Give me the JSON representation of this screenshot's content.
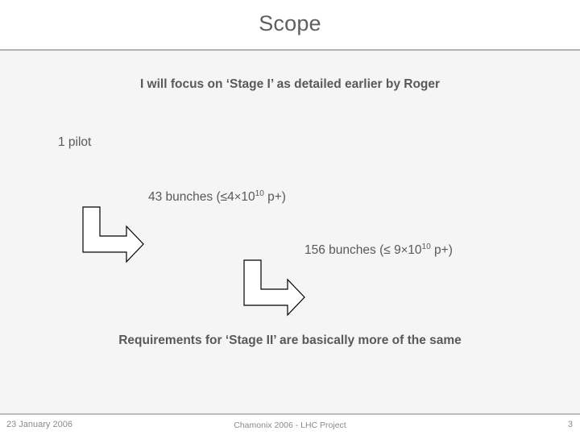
{
  "slide": {
    "title": "Scope",
    "page_number": "3",
    "colors": {
      "title_text": "#5f5f5f",
      "body_text": "#595959",
      "footer_text": "#8a8a8a",
      "rule": "#b4b4b4",
      "background": "#f5f5f5",
      "band_background": "#ffffff",
      "arrow_stroke": "#000000"
    }
  },
  "body": {
    "stage1_line": "I will focus on ‘Stage I’ as detailed earlier by Roger",
    "pilot_label": "1 pilot",
    "bunches_43": {
      "prefix": "43 bunches (",
      "relation": "≤4",
      "times": "×",
      "base": "10",
      "exponent": "10",
      "suffix": " p+)"
    },
    "bunches_156": {
      "prefix": "156 bunches (",
      "relation": "≤ 9",
      "times": "×",
      "base": "10",
      "exponent": "10",
      "suffix": " p+)"
    },
    "stage2_line": "Requirements for ‘Stage II’ are basically more of the same"
  },
  "arrows": {
    "arrow_1_name": "elbow-arrow-pilot-to-43",
    "arrow_2_name": "elbow-arrow-43-to-156"
  },
  "footer": {
    "date": "23 January 2006",
    "center": "Chamonix 2006 - LHC Project",
    "page": "3"
  }
}
